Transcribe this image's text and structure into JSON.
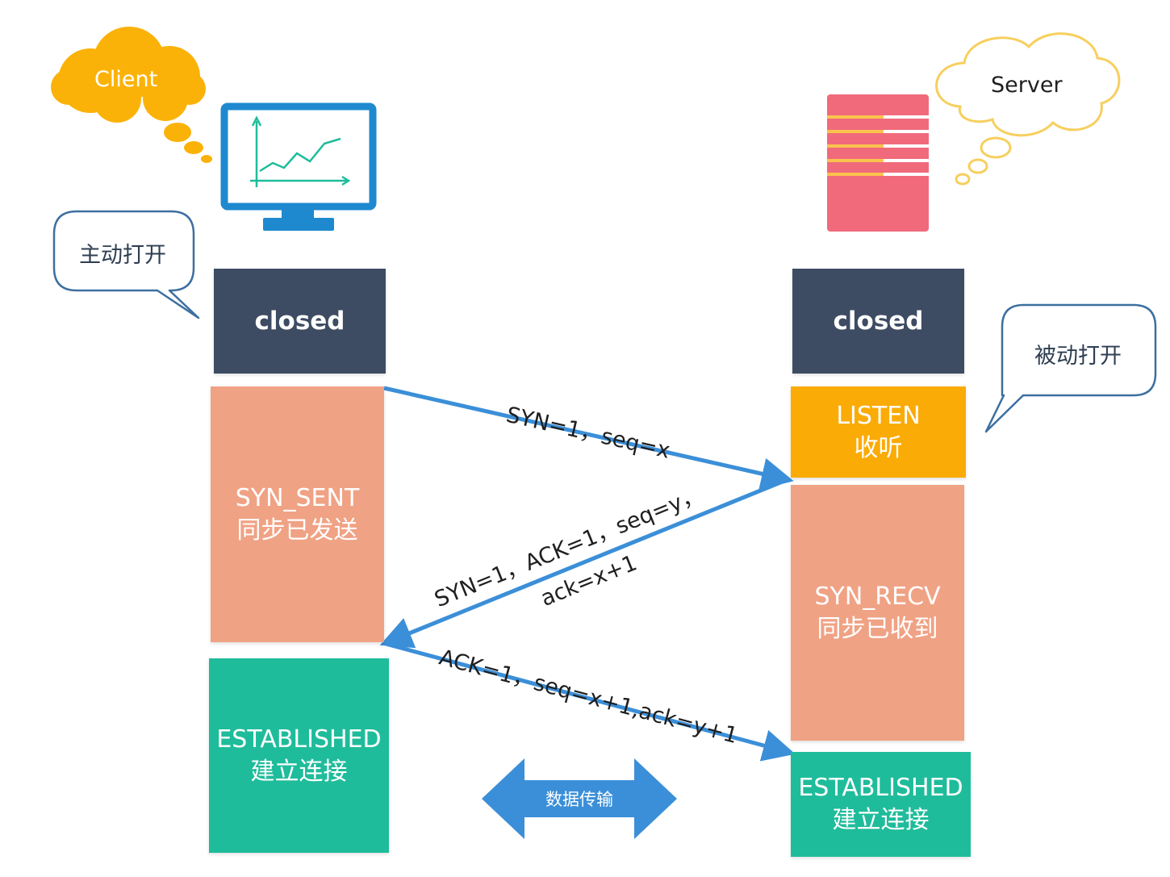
{
  "client": {
    "label": "Client",
    "callout": "主动打开",
    "states": {
      "closed": "closed",
      "syn_sent": {
        "name": "SYN_SENT",
        "desc": "同步已发送"
      },
      "established": {
        "name": "ESTABLISHED",
        "desc": "建立连接"
      }
    }
  },
  "server": {
    "label": "Server",
    "callout": "被动打开",
    "states": {
      "closed": "closed",
      "listen": {
        "name": "LISTEN",
        "desc": "收听"
      },
      "syn_recv": {
        "name": "SYN_RECV",
        "desc": "同步已收到"
      },
      "established": {
        "name": "ESTABLISHED",
        "desc": "建立连接"
      }
    }
  },
  "messages": {
    "m1": "SYN=1，seq=x",
    "m2_line1": "SYN=1，ACK=1，seq=y，",
    "m2_line2": "ack=x+1",
    "m3": "ACK=1，seq=x+1,ack=y+1"
  },
  "data_transfer": "数据传输",
  "colors": {
    "closed": "#3d4c63",
    "syn": "#f0a284",
    "listen": "#fbab05",
    "established": "#1fbc9b",
    "arrow": "#3b8fd8",
    "client_cloud": "#fbb208",
    "server_cloud_stroke": "#f7cf5e",
    "callout_stroke": "#3d6fa0",
    "monitor": "#1e89cf",
    "server_rack": "#f06a7c"
  }
}
